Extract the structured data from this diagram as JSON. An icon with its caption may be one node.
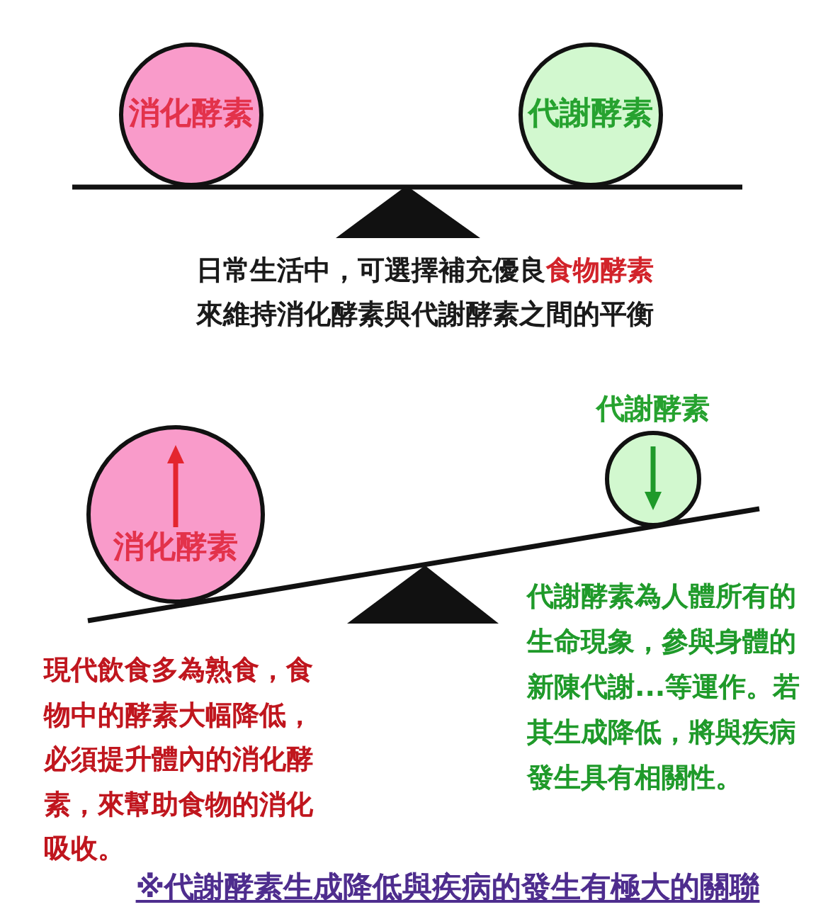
{
  "diagram": {
    "caption": "※代謝酵素生成降低與疾病的發生有極大的關聯",
    "nodes": [
      {
        "text": [
          "消化酵素"
        ]
      },
      {
        "text": [
          "代謝酵素"
        ]
      },
      {
        "text": [
          "消化酵素"
        ]
      },
      {
        "text": [
          "代謝酵素"
        ]
      }
    ],
    "labels": [
      "日常生活中，可選擇補充優良**食物酵素**來維持消化酵素與代謝酵素之間的平衡",
      "現代飲食多為熟食，食物中的酵素大幅降低，必須提升體內的消化酵素，來幫助食物的消化吸收。",
      "代謝酵素為人體所有的生命現象，參與身體的新陳代謝...等運作。若其生成降低，將與疾病發生具有相關性。"
    ]
  }
}
